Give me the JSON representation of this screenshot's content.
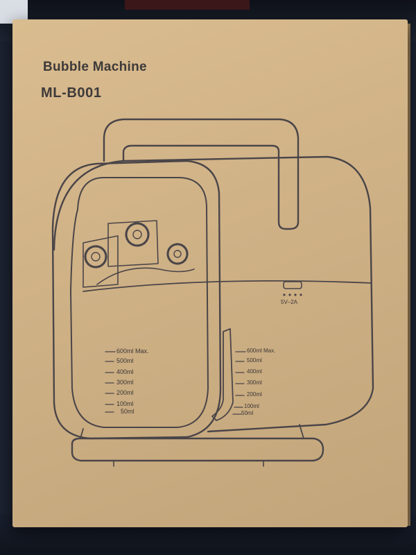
{
  "product": {
    "name": "Bubble Machine",
    "model": "ML-B001"
  },
  "port": {
    "rating": "5V–2A"
  },
  "scale_front": [
    "600ml  Max.",
    "500ml",
    "400ml",
    "300ml",
    "200ml",
    "100ml",
    "50ml"
  ],
  "scale_side": [
    "600ml  Max.",
    "500ml",
    "400ml",
    "300ml",
    "200ml",
    "100ml",
    "50ml"
  ],
  "colors": {
    "cardboard": "#d2b487",
    "line_art": "#4a4548",
    "background": "#1c2230"
  }
}
